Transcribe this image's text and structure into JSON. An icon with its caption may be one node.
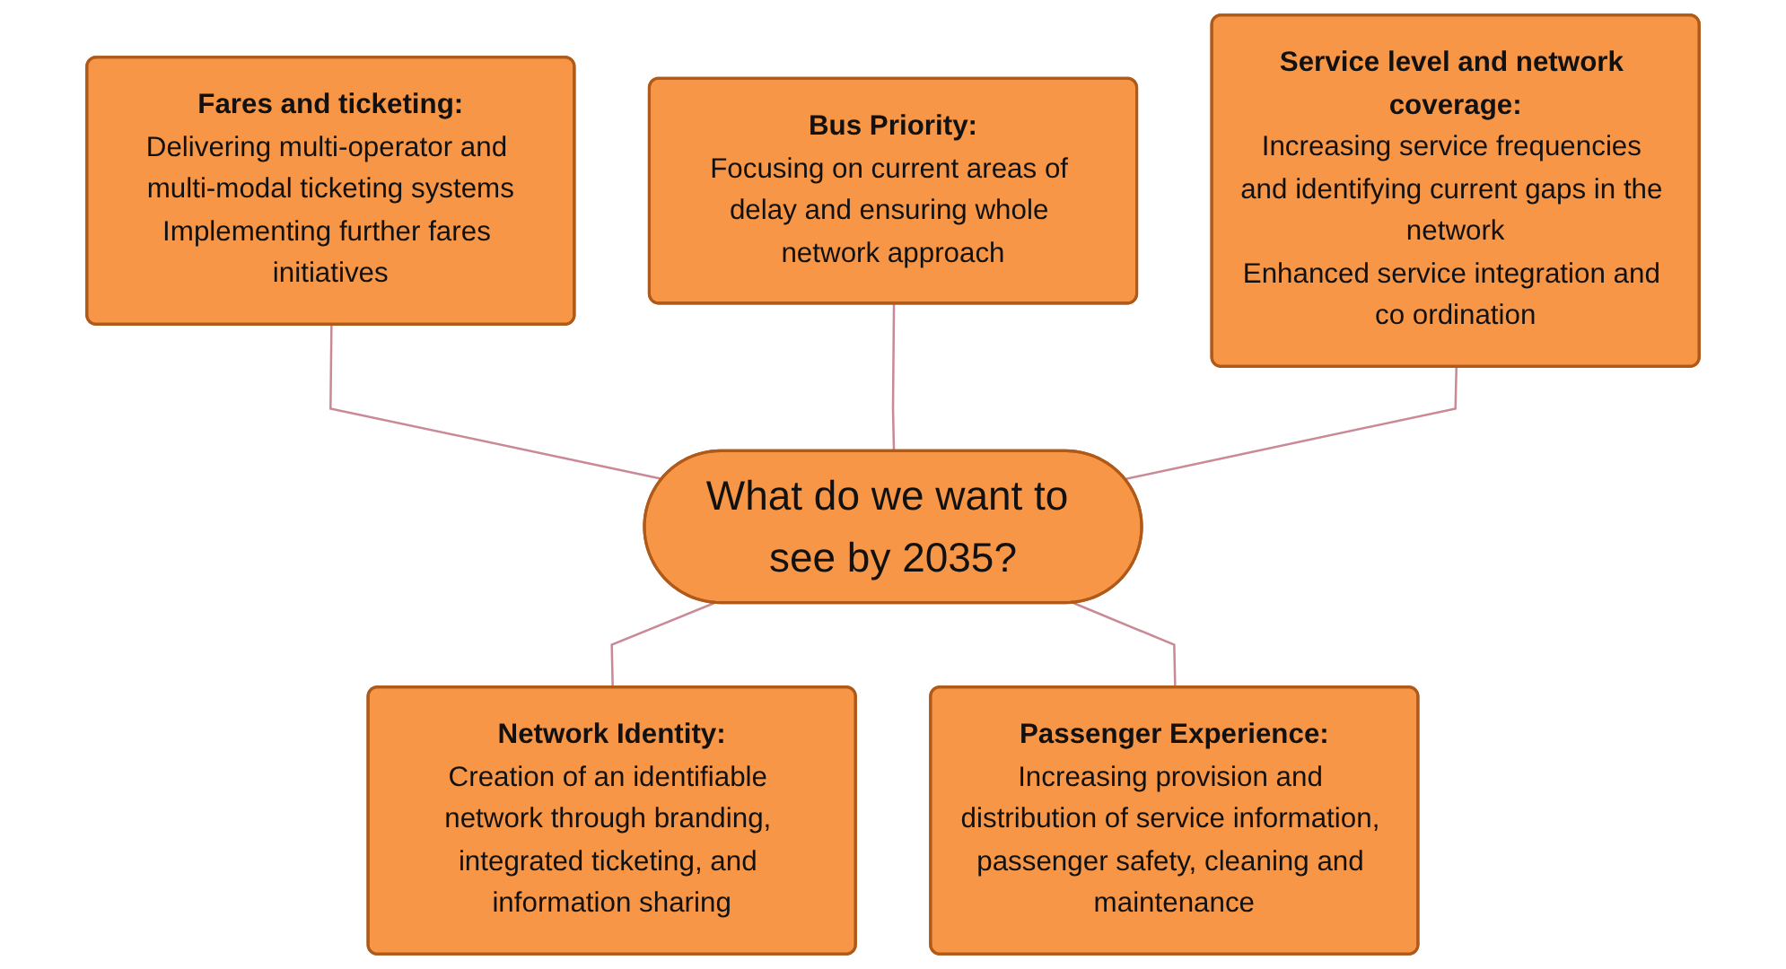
{
  "diagram": {
    "nodes": [
      {
        "text": [
          "Fares and ticketing:",
          "Delivering multi-operator and multi-modal ticketing systems",
          "Implementing further fares initiatives"
        ]
      },
      {
        "text": [
          "Bus Priority:",
          "Focusing on current areas of delay and ensuring whole network approach"
        ]
      },
      {
        "text": [
          "Service level and network coverage:",
          "Increasing service frequencies and identifying current gaps in the network",
          "Enhanced service integration and co ordination"
        ]
      },
      {
        "text": [
          "What do we want to see by 2035?"
        ]
      },
      {
        "text": [
          "Network Identity:",
          "Creation of an identifiable network through branding, integrated ticketing, and information sharing"
        ]
      },
      {
        "text": [
          "Passenger Experience:",
          "Increasing provision and distribution of service information, passenger safety, cleaning and maintenance"
        ]
      }
    ],
    "edges": [
      {
        "from": 0,
        "to": 3,
        "arrow": "none"
      },
      {
        "from": 1,
        "to": 3,
        "arrow": "none"
      },
      {
        "from": 2,
        "to": 3,
        "arrow": "none"
      },
      {
        "from": 3,
        "to": 4,
        "arrow": "none"
      },
      {
        "from": 3,
        "to": 5,
        "arrow": "none"
      }
    ]
  }
}
